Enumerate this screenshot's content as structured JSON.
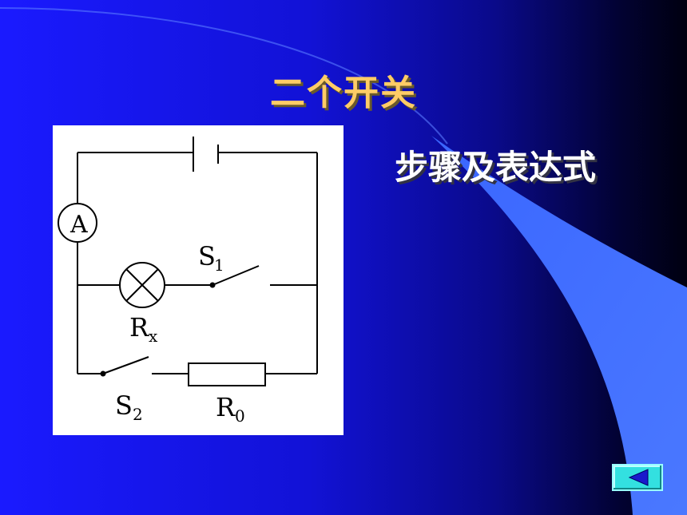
{
  "slide": {
    "title": "二个开关",
    "subtitle": "步骤及表达式"
  },
  "circuit": {
    "ammeter_label": "A",
    "switch1_label": "S",
    "switch1_sub": "1",
    "switch2_label": "S",
    "switch2_sub": "2",
    "rx_label": "R",
    "rx_sub": "x",
    "r0_label": "R",
    "r0_sub": "0"
  },
  "nav": {
    "back_icon": "triangle-left-icon",
    "colors": {
      "button": "#33e0e0",
      "arrow": "#1a1acc"
    }
  },
  "colors": {
    "background_left": "#1a1aff",
    "background_right": "#000010",
    "title": "#ffcc66",
    "subtitle": "#ffffff",
    "swoosh": "#3f6fff"
  }
}
